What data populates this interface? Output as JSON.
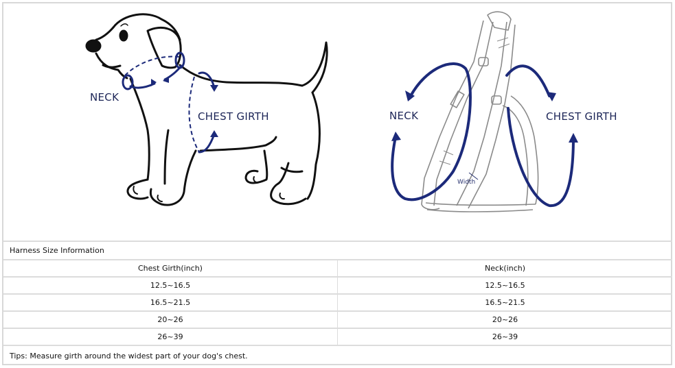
{
  "illustration": {
    "dog": {
      "neck_label": "NECK",
      "chest_label": "CHEST GIRTH"
    },
    "harness": {
      "neck_label": "NECK",
      "chest_label": "CHEST GIRTH",
      "width_label": "Width"
    },
    "accent_color": "#1c2a7a",
    "line_color": "#111111"
  },
  "size_table": {
    "title": "Harness Size Information",
    "columns": [
      "Chest Girth(inch)",
      "Neck(inch)"
    ],
    "rows": [
      {
        "chest": "12.5~16.5",
        "neck": "12.5~16.5"
      },
      {
        "chest": "16.5~21.5",
        "neck": "16.5~21.5"
      },
      {
        "chest": "20~26",
        "neck": "20~26"
      },
      {
        "chest": "26~39",
        "neck": "26~39"
      }
    ],
    "tips": "Tips: Measure girth around the widest part of your dog's chest."
  }
}
